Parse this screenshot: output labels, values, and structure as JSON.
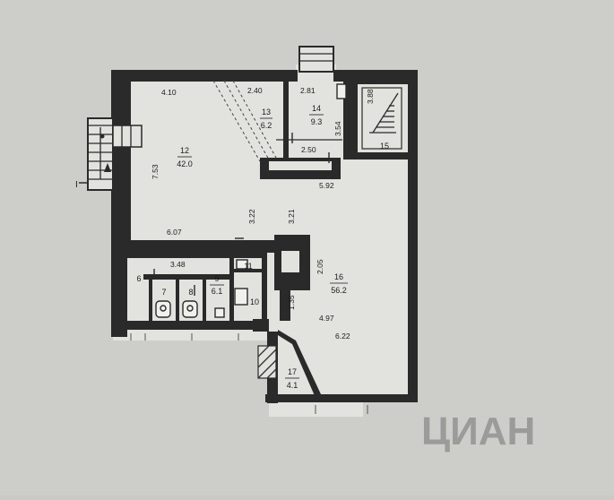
{
  "plan": {
    "colors": {
      "paper": "#c9cac6",
      "floor": "#e2e3df",
      "wall": "#2a2a2a",
      "hatch": "#333333"
    },
    "entrance_marker": "I",
    "rooms": [
      {
        "id": "6",
        "number": "6",
        "area": ""
      },
      {
        "id": "7",
        "number": "7",
        "area": ""
      },
      {
        "id": "8",
        "number": "8",
        "area": ""
      },
      {
        "id": "9",
        "number": "9",
        "area": "6.1"
      },
      {
        "id": "10",
        "number": "10",
        "area": ""
      },
      {
        "id": "11",
        "number": "11",
        "area": ""
      },
      {
        "id": "12",
        "number": "12",
        "area": "42.0"
      },
      {
        "id": "13",
        "number": "13",
        "area": "6.2"
      },
      {
        "id": "14",
        "number": "14",
        "area": "9.3"
      },
      {
        "id": "15",
        "number": "15",
        "area": ""
      },
      {
        "id": "16",
        "number": "16",
        "area": "56.2"
      },
      {
        "id": "17",
        "number": "17",
        "area": "4.1"
      }
    ],
    "dimensions": [
      "4.10",
      "2.40",
      "2.81",
      "3.88",
      "7.53",
      "3.54",
      "2.50",
      "5.92",
      "6.07",
      "3.22",
      "3.21",
      "3.48",
      "2.05",
      "1.35",
      "4.97",
      "6.22"
    ],
    "watermark": "ЦИАН"
  }
}
